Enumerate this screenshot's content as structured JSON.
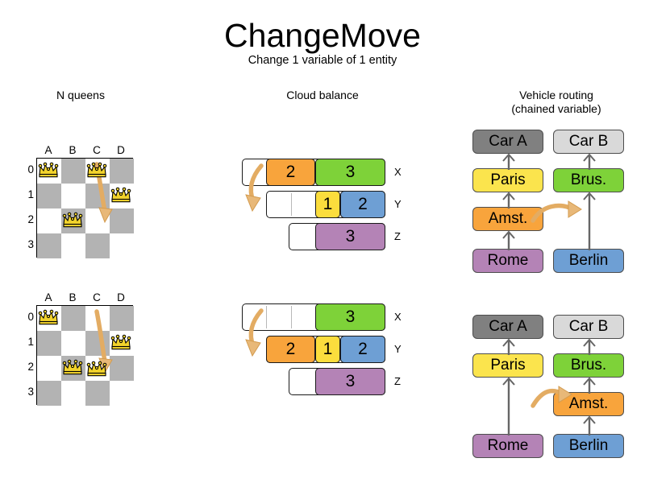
{
  "header": {
    "title": "ChangeMove",
    "subtitle": "Change 1 variable of 1 entity"
  },
  "sections": [
    {
      "id": "n-queens",
      "label": "N queens"
    },
    {
      "id": "cloud-balance",
      "label": "Cloud balance"
    },
    {
      "id": "vehicle-routing",
      "label_line1": "Vehicle routing",
      "label_line2": "(chained variable)"
    }
  ],
  "n_queens": {
    "columns": [
      "A",
      "B",
      "C",
      "D"
    ],
    "rows": [
      "0",
      "1",
      "2",
      "3"
    ],
    "before": {
      "queens": [
        {
          "col": 0,
          "row": 0
        },
        {
          "col": 2,
          "row": 0
        },
        {
          "col": 3,
          "row": 1
        },
        {
          "col": 1,
          "row": 2
        }
      ],
      "move": {
        "from_col": 2,
        "from_row": 0,
        "to_col": 2,
        "to_row": 2
      }
    },
    "after": {
      "queens": [
        {
          "col": 0,
          "row": 0
        },
        {
          "col": 3,
          "row": 1
        },
        {
          "col": 1,
          "row": 2
        },
        {
          "col": 2,
          "row": 2
        }
      ],
      "move": {
        "from_col": 2,
        "from_row": 0,
        "to_col": 2,
        "to_row": 2
      }
    }
  },
  "cloud_balance": {
    "computer_labels": [
      "X",
      "Y",
      "Z"
    ],
    "before": {
      "rows": [
        {
          "computer": "X",
          "processes": [
            {
              "value": "2",
              "color": "#f8a43c"
            },
            {
              "value": "3",
              "color": "#7ed239"
            }
          ]
        },
        {
          "computer": "Y",
          "processes": [
            {
              "value": "1",
              "color": "#fbdd3d"
            },
            {
              "value": "2",
              "color": "#6e9fd4"
            }
          ]
        },
        {
          "computer": "Z",
          "processes": [
            {
              "value": "3",
              "color": "#b483b6"
            }
          ]
        }
      ]
    },
    "after": {
      "rows": [
        {
          "computer": "X",
          "processes": [
            {
              "value": "3",
              "color": "#7ed239"
            }
          ]
        },
        {
          "computer": "Y",
          "processes": [
            {
              "value": "2",
              "color": "#f8a43c"
            },
            {
              "value": "1",
              "color": "#fbdd3d"
            },
            {
              "value": "2",
              "color": "#6e9fd4"
            }
          ]
        },
        {
          "computer": "Z",
          "processes": [
            {
              "value": "3",
              "color": "#b483b6"
            }
          ]
        }
      ]
    }
  },
  "vehicle_routing": {
    "before": {
      "chains": [
        {
          "vehicle": "Car A",
          "vehicle_color": "#808080",
          "stops": [
            {
              "label": "Paris",
              "color": "#fbe44d"
            },
            {
              "label": "Amst.",
              "color": "#f8a43c"
            },
            {
              "label": "Rome",
              "color": "#b483b6"
            }
          ]
        },
        {
          "vehicle": "Car B",
          "vehicle_color": "#d9d9d9",
          "stops": [
            {
              "label": "Brus.",
              "color": "#7ed239"
            },
            {
              "label": "Berlin",
              "color": "#6e9fd4"
            }
          ]
        }
      ],
      "moved_entity": "Amst."
    },
    "after": {
      "chains": [
        {
          "vehicle": "Car A",
          "vehicle_color": "#808080",
          "stops": [
            {
              "label": "Paris",
              "color": "#fbe44d"
            },
            {
              "label": "Rome",
              "color": "#b483b6"
            }
          ]
        },
        {
          "vehicle": "Car B",
          "vehicle_color": "#d9d9d9",
          "stops": [
            {
              "label": "Brus.",
              "color": "#7ed239"
            },
            {
              "label": "Amst.",
              "color": "#f8a43c"
            },
            {
              "label": "Berlin",
              "color": "#6e9fd4"
            }
          ]
        }
      ],
      "moved_entity": "Amst."
    }
  },
  "colors": {
    "board_dark": "#b3b3b3",
    "board_light": "#ffffff",
    "queen": "#f2d32c",
    "move_arrow": "#e8b878",
    "chain_arrow": "#666666"
  }
}
